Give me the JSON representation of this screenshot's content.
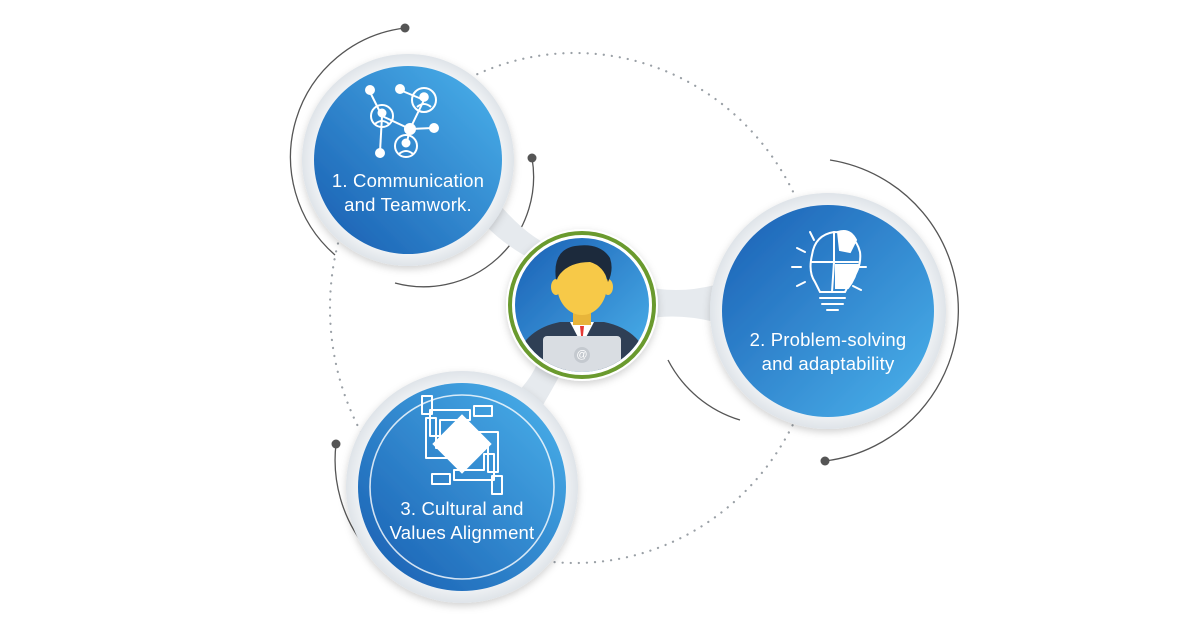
{
  "diagram": {
    "center": {
      "icon": "person-with-laptop-icon",
      "laptop_mark": "@"
    },
    "nodes": [
      {
        "id": "communication",
        "icon": "network-people-icon",
        "line1": "1. Communication",
        "line2": "and Teamwork."
      },
      {
        "id": "problem-solving",
        "icon": "lightbulb-puzzle-icon",
        "line1": "2. Problem-solving",
        "line2": "and adaptability"
      },
      {
        "id": "cultural",
        "icon": "joined-hands-icon",
        "line1": "3. Cultural and",
        "line2": "Values Alignment"
      }
    ],
    "colors": {
      "blue_light": "#42aae6",
      "blue_dark": "#1a5fb4",
      "ring": "#e9edf1",
      "center_border": "#6a9a2e",
      "suit": "#2f3f55",
      "skin": "#f7c948",
      "hair": "#1c2a3c",
      "arc": "#4a4a4a",
      "dots": "#9aa0a6"
    }
  }
}
